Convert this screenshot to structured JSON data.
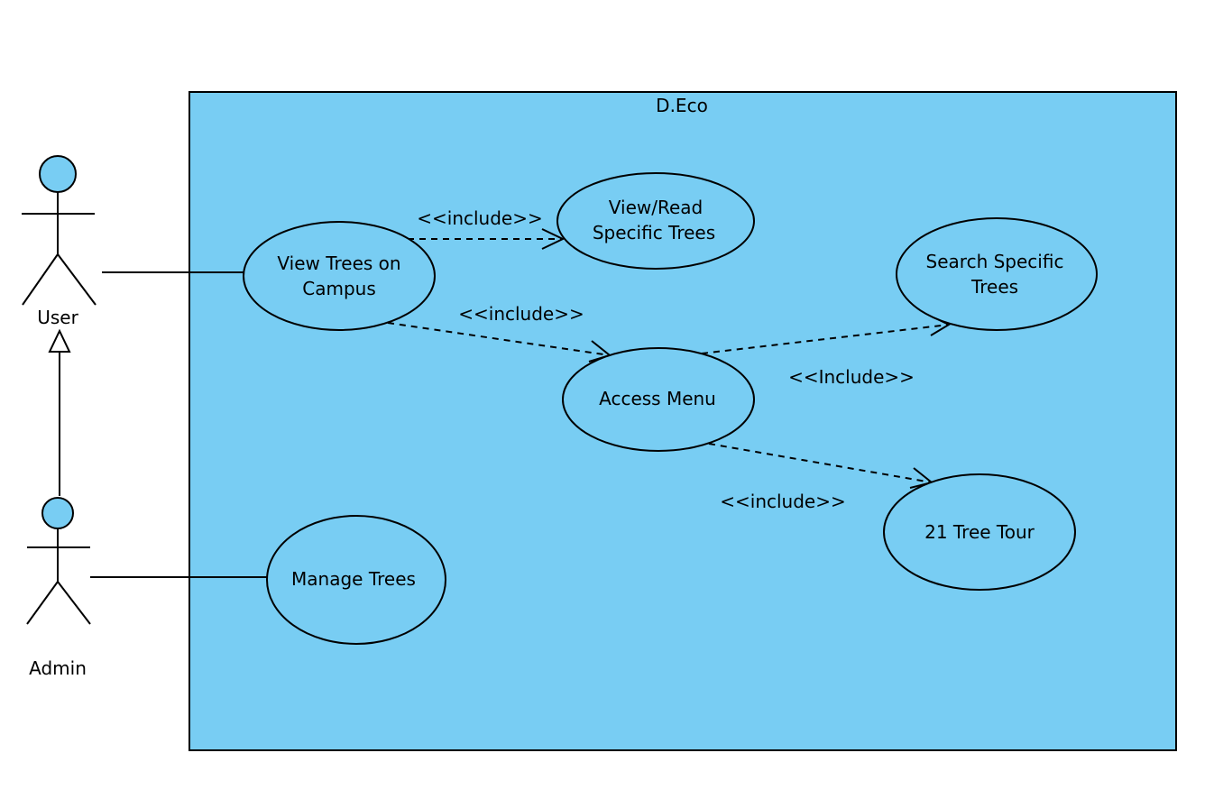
{
  "colors": {
    "fill": "#78cdf3",
    "stroke": "#000000",
    "background": "#ffffff"
  },
  "system": {
    "title": "D.Eco"
  },
  "actors": {
    "user": {
      "label": "User"
    },
    "admin": {
      "label": "Admin"
    }
  },
  "use_cases": {
    "view_trees": {
      "line1": "View Trees on",
      "line2": "Campus"
    },
    "view_read": {
      "line1": "View/Read",
      "line2": "Specific Trees"
    },
    "search": {
      "line1": "Search Specific",
      "line2": "Trees"
    },
    "access_menu": {
      "label": "Access Menu"
    },
    "tour": {
      "label": "21 Tree Tour"
    },
    "manage": {
      "label": "Manage Trees"
    }
  },
  "relations": {
    "include_view_read": "<<include>>",
    "include_access_menu": "<<include>>",
    "include_search": "<<Include>>",
    "include_tour": "<<include>>"
  }
}
